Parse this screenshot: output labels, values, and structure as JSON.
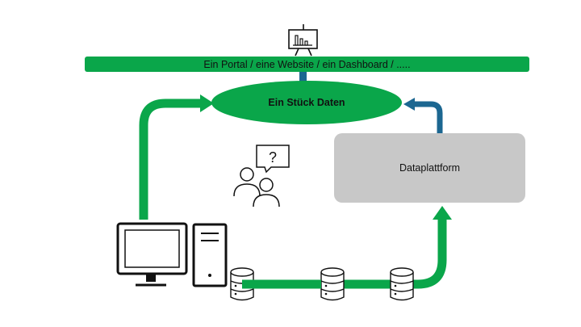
{
  "portal_label": "Ein Portal / eine Website / ein Dashboard / .....",
  "data_piece_label": "Ein Stück Daten",
  "platform_label": "Dataplattform",
  "question_mark": "?",
  "colors": {
    "green": "#0aa64a",
    "blue": "#1c6791",
    "platform_gray": "#c8c8c8",
    "outline": "#111111"
  },
  "icons": [
    "presentation-board-icon",
    "people-question-icon",
    "monitor-icon",
    "tower-pc-icon",
    "database-icon"
  ]
}
